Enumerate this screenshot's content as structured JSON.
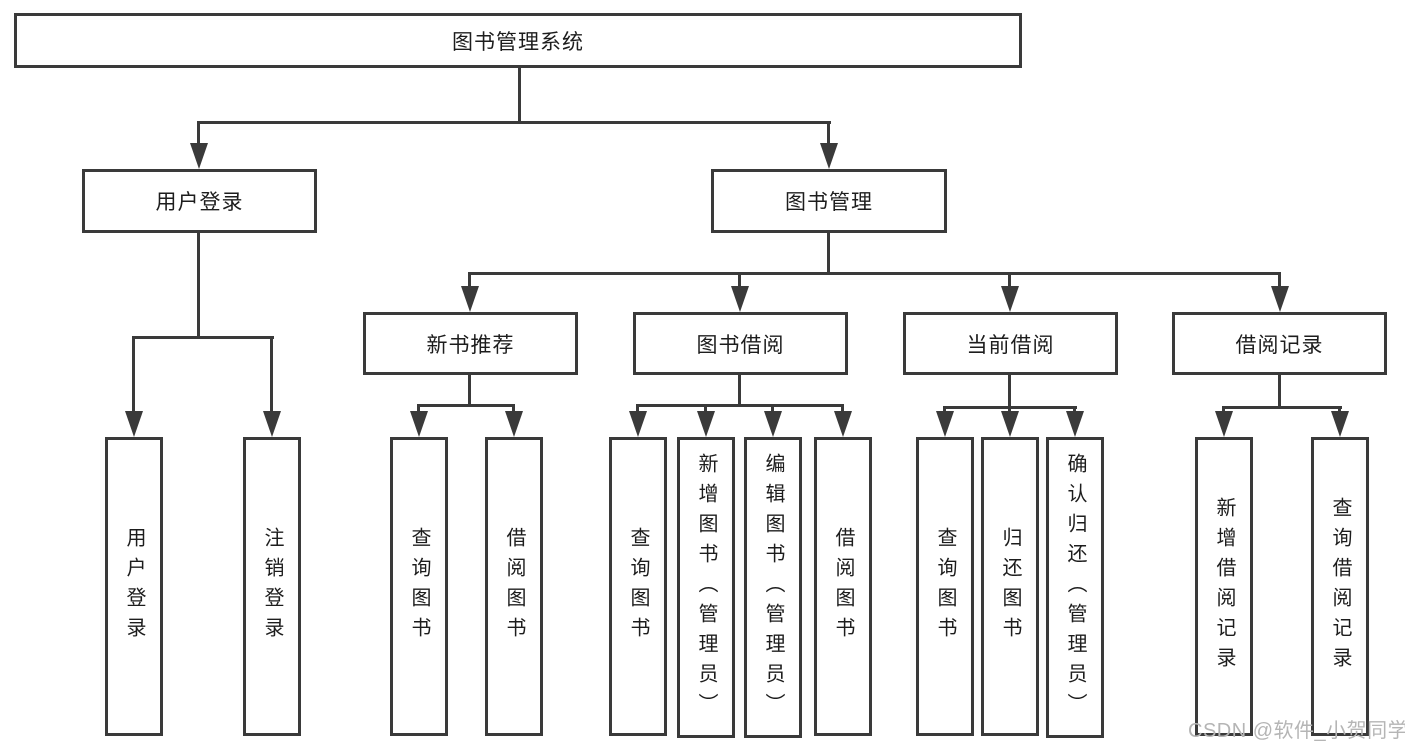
{
  "diagram": {
    "root": {
      "label": "图书管理系统"
    },
    "branches": [
      {
        "label": "用户登录",
        "children": [
          {
            "label": "用户登录"
          },
          {
            "label": "注销登录"
          }
        ]
      },
      {
        "label": "图书管理",
        "children": [
          {
            "label": "新书推荐",
            "children": [
              {
                "label": "查询图书"
              },
              {
                "label": "借阅图书"
              }
            ]
          },
          {
            "label": "图书借阅",
            "children": [
              {
                "label": "查询图书"
              },
              {
                "label": "新增图书（管理员）"
              },
              {
                "label": "编辑图书（管理员）"
              },
              {
                "label": "借阅图书"
              }
            ]
          },
          {
            "label": "当前借阅",
            "children": [
              {
                "label": "查询图书"
              },
              {
                "label": "归还图书"
              },
              {
                "label": "确认归还（管理员）"
              }
            ]
          },
          {
            "label": "借阅记录",
            "children": [
              {
                "label": "新增借阅记录"
              },
              {
                "label": "查询借阅记录"
              }
            ]
          }
        ]
      }
    ]
  },
  "watermark": {
    "text": "CSDN @软件_小贺同学"
  },
  "colors": {
    "line": "#3a3a3a",
    "text": "#1d1d1d",
    "watermark_gray": "#b5b5b5",
    "background": "#ffffff"
  }
}
